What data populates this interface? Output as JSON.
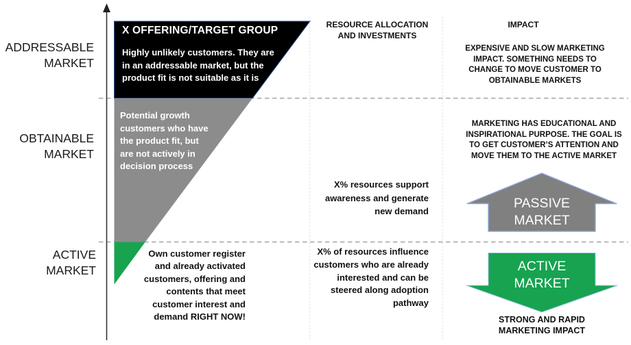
{
  "colors": {
    "funnel_black": "#000000",
    "funnel_black_border": "#33549e",
    "funnel_gray": "#8c8c8c",
    "funnel_green": "#17a350",
    "arrow_gray": "#808080",
    "arrow_border": "#8faadc",
    "dashed_line": "#a3a3a3",
    "column_divider": "#e2e2e2",
    "axis": "#333333"
  },
  "left_labels": {
    "addressable": "ADDRESSABLE\nMARKET",
    "obtainable": "OBTAINABLE\nMARKET",
    "active": "ACTIVE\nMARKET"
  },
  "funnel": {
    "title": "X OFFERING/TARGET GROUP",
    "addressable_text": "Highly unlikely customers. They are\nin an addressable market, but the\nproduct fit is not suitable as it is",
    "obtainable_text": "Potential growth\ncustomers who have\nthe product fit, but\nare not actively in\ndecision  process",
    "active_text": "Own customer register\nand already activated\ncustomers, offering and\ncontents that meet\ncustomer interest and\ndemand RIGHT NOW!"
  },
  "columns": {
    "resources": {
      "header": "RESOURCE ALLOCATION\nAND INVESTMENTS",
      "obtainable_text": "X% resources support\nawareness and generate\nnew demand",
      "active_text": "X% of resources influence\ncustomers who are already\ninterested and can be\nsteered along adoption\npathway"
    },
    "impact": {
      "header": "IMPACT",
      "addressable_text": "EXPENSIVE AND SLOW MARKETING\nIMPACT. SOMETHING NEEDS TO\nCHANGE TO MOVE CUSTOMER TO\nOBTAINABLE MARKETS",
      "obtainable_text": "MARKETING HAS EDUCATIONAL AND\nINSPIRATIONAL PURPOSE. THE GOAL IS\nTO GET CUSTOMER’S ATTENTION AND\nMOVE THEM TO THE ACTIVE MARKET",
      "active_footer": "STRONG AND RAPID\nMARKETING IMPACT"
    }
  },
  "arrows": {
    "passive_label": "PASSIVE\nMARKET",
    "active_label": "ACTIVE\nMARKET"
  }
}
